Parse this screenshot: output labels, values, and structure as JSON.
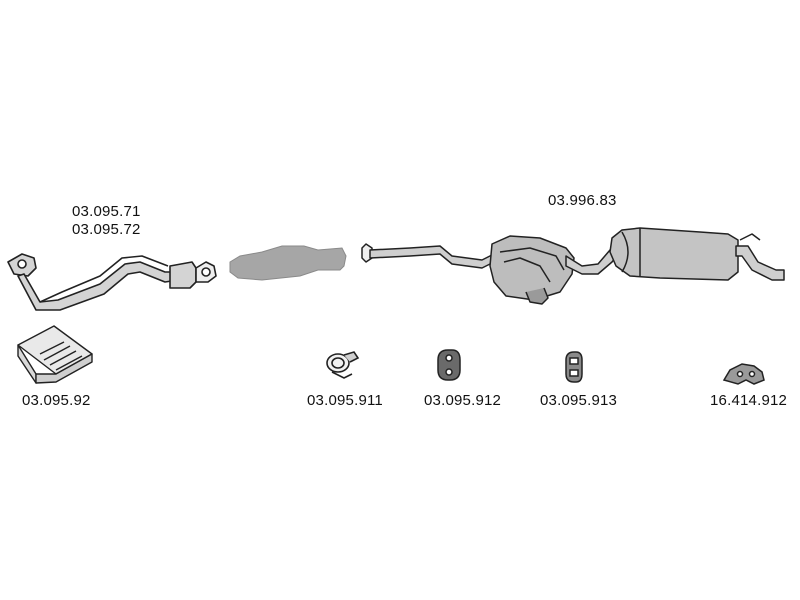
{
  "colors": {
    "line": "#222222",
    "part_fill": "#c8c8c8",
    "part_fill_dark": "#9a9a9a",
    "catalyst_fill": "#a6a6a6",
    "background": "#ffffff"
  },
  "parts": {
    "front_pipe": {
      "code_1": "03.095.71",
      "code_2": "03.095.72"
    },
    "catalyst": {},
    "rear_section": {
      "code": "03.996.83"
    },
    "mounting_kit": {
      "code": "03.095.92"
    },
    "clamp": {
      "code": "03.095.911"
    },
    "rubber_mount_a": {
      "code": "03.095.912"
    },
    "rubber_mount_b": {
      "code": "03.095.913"
    },
    "rubber_mount_c": {
      "code": "16.414.912"
    }
  }
}
